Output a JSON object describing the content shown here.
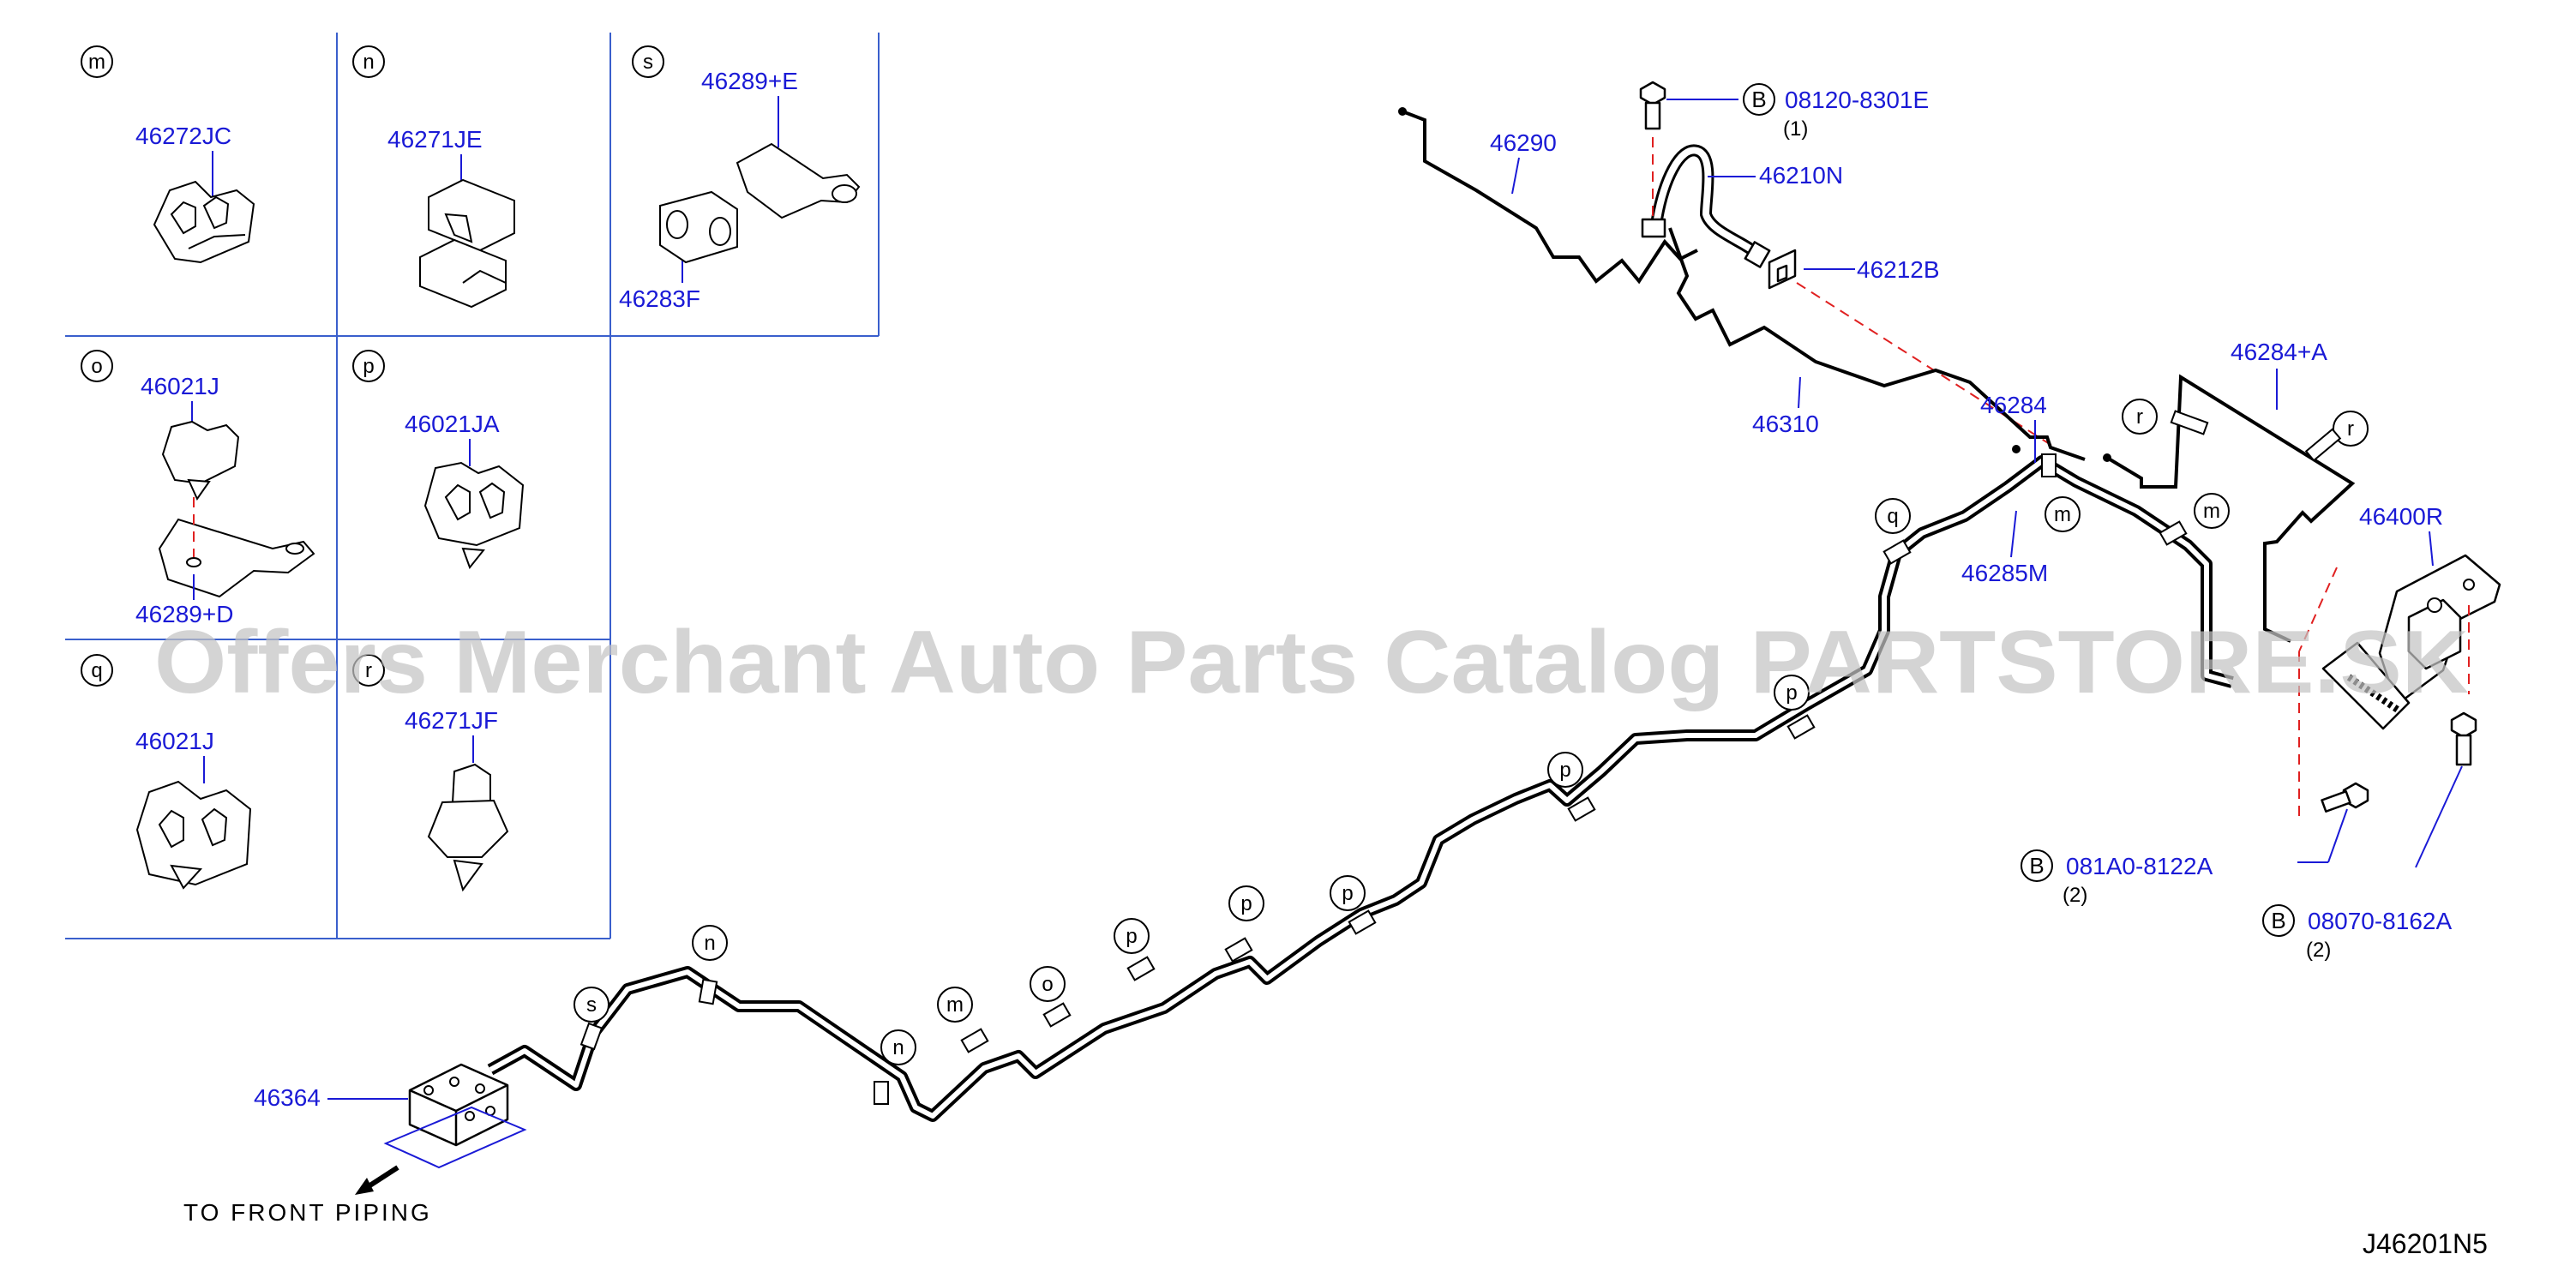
{
  "watermark": "Offers Merchant Auto Parts Catalog PARTSTORE.SK",
  "diagram_code": "J46201N5",
  "direction_note": "TO FRONT PIPING",
  "parts": {
    "p46272JC": "46272JC",
    "p46271JE": "46271JE",
    "p46289E": "46289+E",
    "p46283F": "46283F",
    "p46021J_o": "46021J",
    "p46289D": "46289+D",
    "p46021JA": "46021JA",
    "p46021J_q": "46021J",
    "p46271JF": "46271JF",
    "p46290": "46290",
    "p46210N": "46210N",
    "p46212B": "46212B",
    "p46310": "46310",
    "p46284": "46284",
    "p46284A": "46284+A",
    "p46285M": "46285M",
    "p46400R": "46400R",
    "p46364": "46364"
  },
  "bolts": {
    "b1": {
      "symbol": "B",
      "number": "08120-8301E",
      "qty": "(1)"
    },
    "b2": {
      "symbol": "B",
      "number": "081A0-8122A",
      "qty": "(2)"
    },
    "b3": {
      "symbol": "B",
      "number": "08070-8162A",
      "qty": "(2)"
    }
  },
  "cell_letters": {
    "m": "m",
    "n": "n",
    "s": "s",
    "o": "o",
    "p": "p",
    "q": "q",
    "r": "r"
  },
  "callouts": {
    "q": "q",
    "m": "m",
    "p": "p",
    "r": "r",
    "n": "n",
    "s": "s",
    "o": "o"
  }
}
